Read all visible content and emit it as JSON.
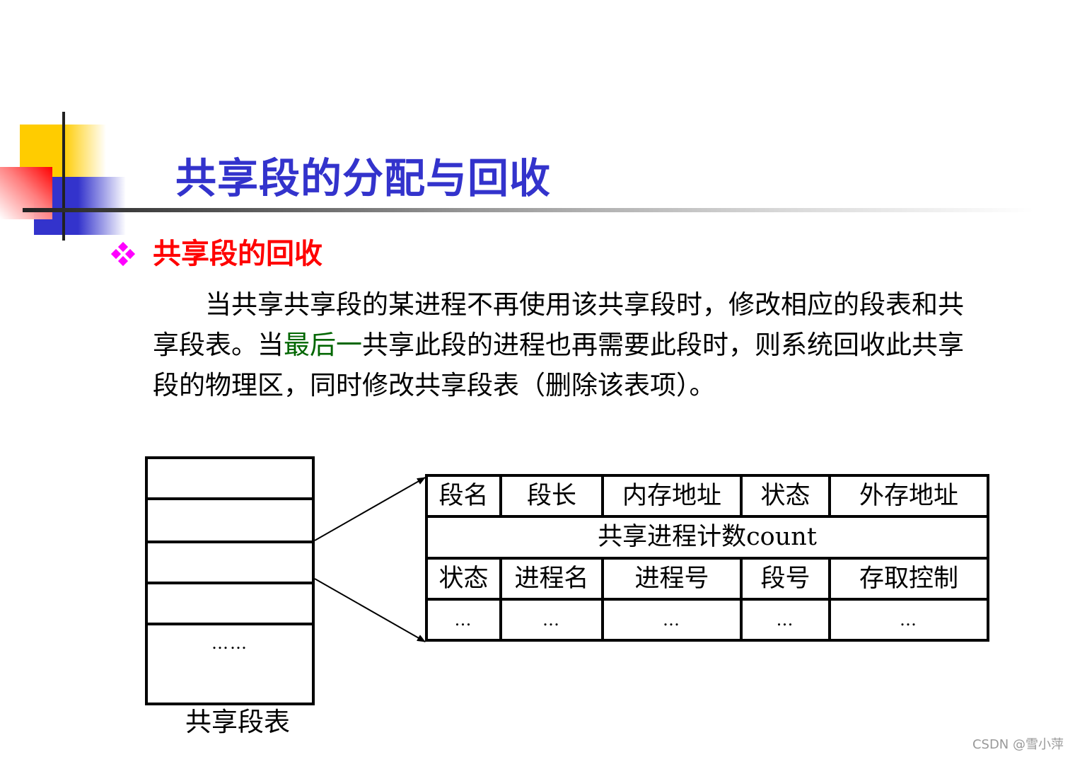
{
  "slide": {
    "title": "共享段的分配与回收",
    "colors": {
      "title": "#3333cc",
      "heading": "#ff0000",
      "bullet": "#ff00ff",
      "highlight": "#006600",
      "deco_yellow": "#ffcc00",
      "deco_blue": "#3333cc",
      "deco_red": "#ff0000"
    }
  },
  "section": {
    "bullet_icon": "four-diamond-bullet-icon",
    "heading": "共享段的回收"
  },
  "paragraph": {
    "part1": "当共享共享段的某进程不再使用该共享段时，修改相应的段表和共享段表。当",
    "highlight": "最后一",
    "part2": "共享此段的进程也再需要此段时，则系统回收此共享段的物理区，同时修改共享段表（删除该表项）。"
  },
  "diagram": {
    "shared_segment_table": {
      "caption": "共享段表",
      "ellipsis": "……",
      "row_count": 5
    },
    "entry_table": {
      "row1": [
        "段名",
        "段长",
        "内存地址",
        "状态",
        "外存地址"
      ],
      "row2": "共享进程计数count",
      "row3": [
        "状态",
        "进程名",
        "进程号",
        "段号",
        "存取控制"
      ],
      "row4": [
        "…",
        "…",
        "…",
        "…",
        "…"
      ]
    }
  },
  "watermark": "CSDN @雪小萍"
}
